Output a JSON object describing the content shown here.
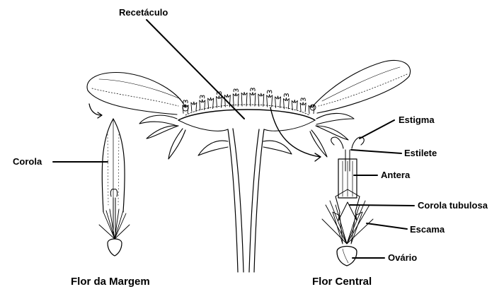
{
  "labels": {
    "receptacle": "Recetáculo",
    "corolla": "Corola",
    "stigma": "Estigma",
    "style": "Estilete",
    "anther": "Antera",
    "tubular_corolla": "Corola tubulosa",
    "scale": "Escama",
    "ovary": "Ovário",
    "ray_flower": "Flor da Margem",
    "disc_flower": "Flor Central"
  }
}
